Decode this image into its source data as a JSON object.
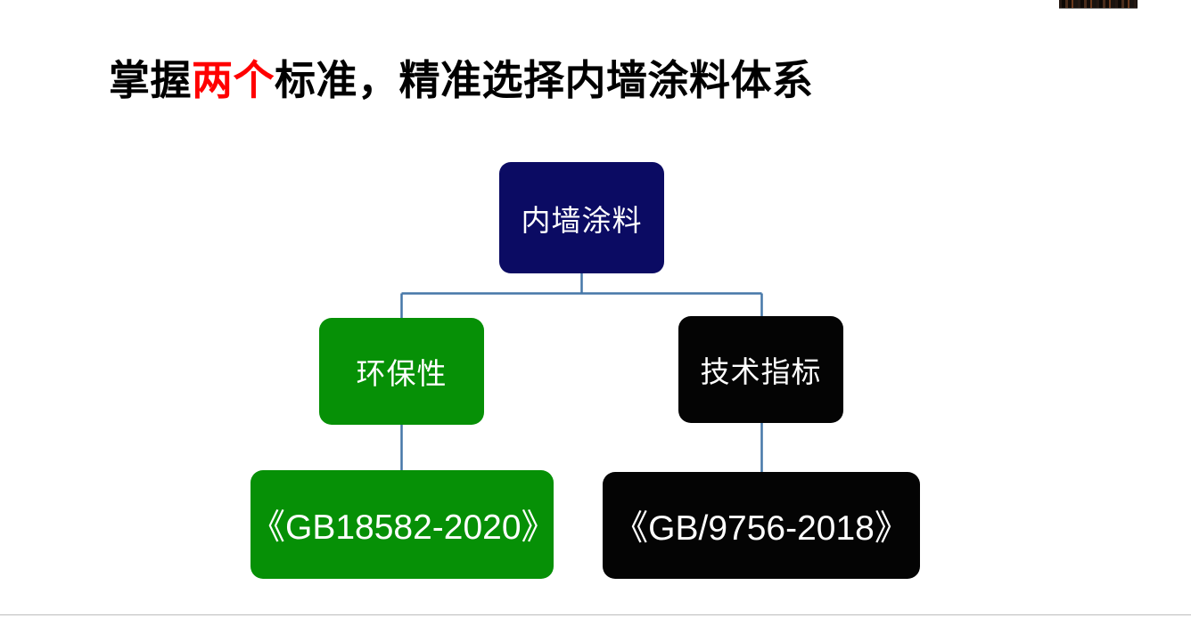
{
  "slide": {
    "title": {
      "prefix": "掌握",
      "highlight": "两个",
      "suffix": "标准，精准选择内墙涂料体系",
      "highlight_color": "#ff0000",
      "text_color": "#000000"
    },
    "background": "#ffffff",
    "connector_color": "#4577a8"
  },
  "diagram": {
    "type": "hierarchy",
    "root": {
      "label": "内墙涂料",
      "fill": "#0b0b63",
      "text_color": "#ffffff"
    },
    "branches": [
      {
        "label": "环保性",
        "fill": "#069006",
        "text_color": "#ffffff",
        "leaf": {
          "label": "《GB18582-2020》",
          "fill": "#069006",
          "text_color": "#ffffff"
        }
      },
      {
        "label": "技术指标",
        "fill": "#040404",
        "text_color": "#ffffff",
        "leaf": {
          "label": "《GB/9756-2018》",
          "fill": "#040404",
          "text_color": "#ffffff"
        }
      }
    ]
  }
}
